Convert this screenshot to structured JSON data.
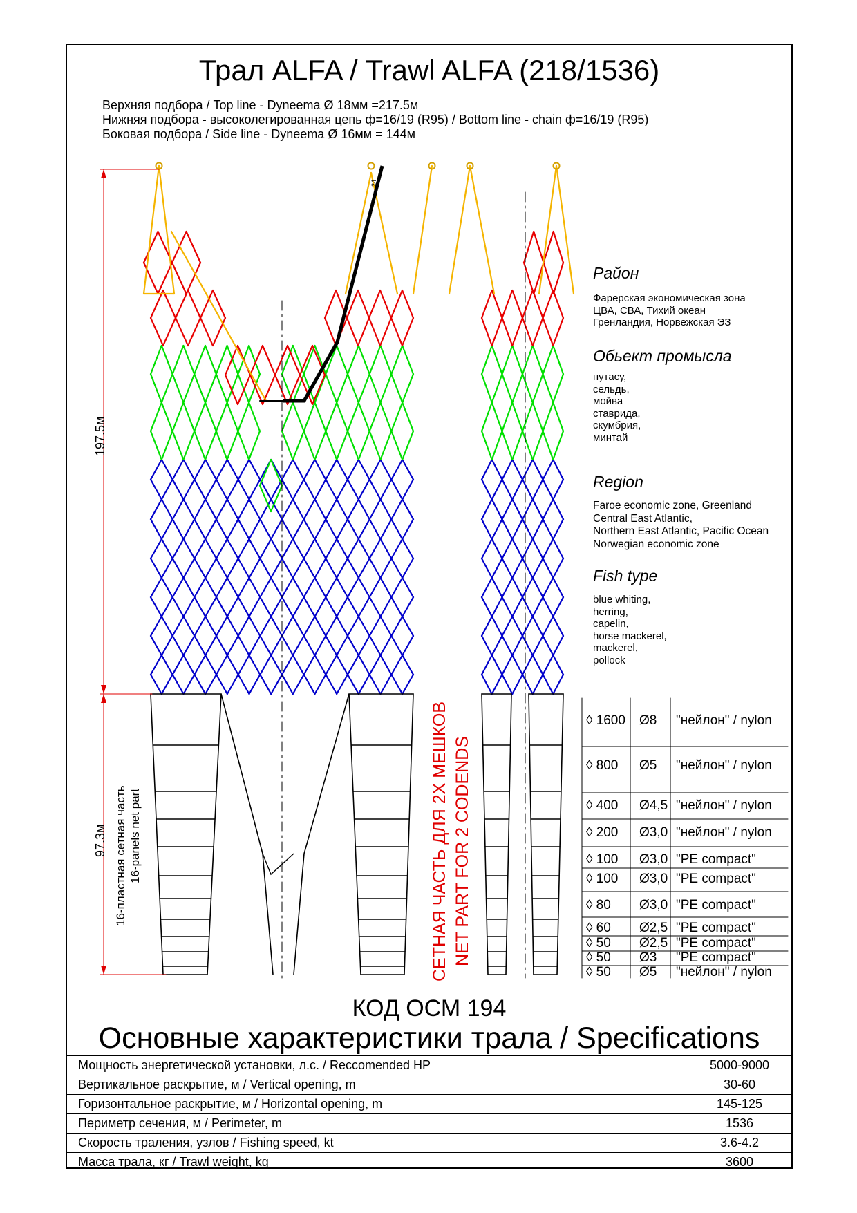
{
  "title": "Трал ALFA / Trawl ALFA (218/1536)",
  "lines": [
    "Верхняя подбора / Top line - Dyneema Ø 18мм =217.5м",
    "Нижняя подбора - высоколегированная цепь ф=16/19 (R95) / Bottom line -  chain ф=16/19 (R95)",
    "Боковая подбора / Side line - Dyneema Ø 16мм = 144м"
  ],
  "dimensions": {
    "upper": "197.5м",
    "lower": "97.3м"
  },
  "panel_label": {
    "ru": "16-пластная сетная часть",
    "en": "16-panels net part"
  },
  "codend_label": {
    "ru": "СЕТНАЯ ЧАСТЬ ДЛЯ 2Х МЕШКОВ",
    "en": "NET PART FOR 2 CODENDS"
  },
  "top_marker": "24",
  "region_ru": {
    "heading": "Район",
    "items": [
      "Фарерская экономическая зона",
      "ЦВА, СВА, Тихий океан",
      "Гренландия, Норвежская ЭЗ"
    ]
  },
  "fish_ru": {
    "heading": "Обьект промысла",
    "items": [
      "путасу,",
      "сельдь,",
      "мойва",
      "ставрида,",
      "скумбрия,",
      "минтай"
    ]
  },
  "region_en": {
    "heading": "Region",
    "items": [
      "Faroe economic zone, Greenland",
      "Central East Atlantic,",
      "Northern East Atlantic, Pacific Ocean",
      "Norwegian economic zone"
    ]
  },
  "fish_en": {
    "heading": "Fish type",
    "items": [
      "blue whiting,",
      "herring,",
      "capelin,",
      "horse mackerel,",
      "mackerel,",
      "pollock"
    ]
  },
  "mesh_table": [
    {
      "mesh": "1600",
      "dia": "Ø8",
      "material": "\"нейлон\" / nylon"
    },
    {
      "mesh": "800",
      "dia": "Ø5",
      "material": "\"нейлон\" / nylon"
    },
    {
      "mesh": "400",
      "dia": "Ø4,5",
      "material": "\"нейлон\" / nylon"
    },
    {
      "mesh": "200",
      "dia": "Ø3,0",
      "material": "\"нейлон\" / nylon"
    },
    {
      "mesh": "100",
      "dia": "Ø3,0",
      "material": "\"PE compact\""
    },
    {
      "mesh": "100",
      "dia": "Ø3,0",
      "material": "\"PE compact\""
    },
    {
      "mesh": "80",
      "dia": "Ø3,0",
      "material": "\"PE compact\""
    },
    {
      "mesh": "60",
      "dia": "Ø2,5",
      "material": "\"PE compact\""
    },
    {
      "mesh": "50",
      "dia": "Ø2,5",
      "material": "\"PE compact\""
    },
    {
      "mesh": "50",
      "dia": "Ø3",
      "material": "\"PE compact\""
    },
    {
      "mesh": "50",
      "dia": "Ø5",
      "material": "\"нейлон\" / nylon"
    }
  ],
  "code": "КОД ОСМ 194",
  "specs_title": "Основные характеристики трала / Specifications",
  "specs": [
    {
      "label": "Мощность энергетической установки, л.с. / Reccomended HP",
      "value": "5000-9000"
    },
    {
      "label": "Вертикальное раскрытие, м / Vertical opening, m",
      "value": "30-60"
    },
    {
      "label": "Горизонтальное раскрытие, м / Horizontal opening, m",
      "value": "145-125"
    },
    {
      "label": "Периметр сечения, м / Perimeter, m",
      "value": "1536"
    },
    {
      "label": "Скорость траления, узлов / Fishing speed, kt",
      "value": "3.6-4.2"
    },
    {
      "label": "Масса трала, кг / Trawl weight, kg",
      "value": "3600"
    }
  ],
  "colors": {
    "top": "#f5b400",
    "red": "#e80000",
    "green": "#00e000",
    "blue": "#0000cc",
    "codend": "#e00000"
  }
}
